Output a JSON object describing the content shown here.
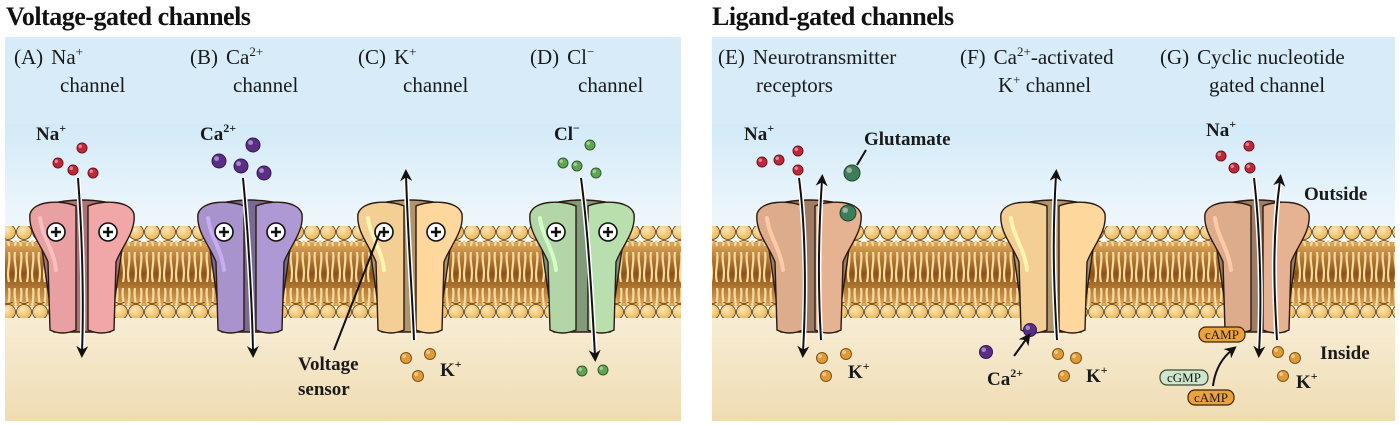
{
  "sections": [
    {
      "title": "Voltage-gated channels",
      "panels": [
        {
          "letter": "(A)",
          "line1": "Na",
          "line1_sup": "+",
          "line2": "channel",
          "color": "#e8a0a2",
          "ion_label": "Na",
          "ion_sup": "+",
          "ion_color": "#c0283a",
          "direction": "inward",
          "bottom_ions": "",
          "bottom_sup": ""
        },
        {
          "letter": "(B)",
          "line1": "Ca",
          "line1_sup": "2+",
          "line2": "channel",
          "color": "#a893cc",
          "ion_label": "Ca",
          "ion_sup": "2+",
          "ion_color": "#5a2e86",
          "direction": "inward",
          "bottom_ions": "",
          "bottom_sup": ""
        },
        {
          "letter": "(C)",
          "line1": "K",
          "line1_sup": "+",
          "line2": "channel",
          "color": "#f3cf96",
          "ion_label": "K",
          "ion_sup": "+",
          "ion_color": "#e19a35",
          "direction": "outward",
          "bottom_ions": "K",
          "bottom_sup": "+"
        },
        {
          "letter": "(D)",
          "line1": "Cl",
          "line1_sup": "−",
          "line2": "channel",
          "color": "#b3d6a8",
          "ion_label": "Cl",
          "ion_sup": "−",
          "ion_color": "#5fa552",
          "direction": "inward",
          "bottom_ions": "",
          "bottom_sup": ""
        }
      ],
      "annotation": {
        "line1": "Voltage",
        "line2": "sensor"
      }
    },
    {
      "title": "Ligand-gated channels",
      "panels": [
        {
          "letter": "(E)",
          "line1": "Neurotransmitter",
          "line1_sup": "",
          "line2": "receptors",
          "color": "#dcac8c",
          "ion_in_label": "Na",
          "ion_in_sup": "+",
          "ion_out_label": "K",
          "ion_out_sup": "+",
          "ligand": "Glutamate"
        },
        {
          "letter": "(F)",
          "line1": "Ca",
          "line1_sup": "2+",
          "line1_tail": "-activated",
          "line2_pre": "K",
          "line2_sup": "+",
          "line2": " channel",
          "color": "#f3cf96",
          "ion_out_label": "K",
          "ion_out_sup": "+",
          "ligand_label": "Ca",
          "ligand_sup": "2+"
        },
        {
          "letter": "(G)",
          "line1": "Cyclic nucleotide",
          "line1_sup": "",
          "line2": "gated channel",
          "color": "#dcac8c",
          "ion_in_label": "Na",
          "ion_in_sup": "+",
          "ion_out_label": "K",
          "ion_out_sup": "+",
          "tags": [
            "cAMP",
            "cGMP",
            "cAMP"
          ]
        }
      ],
      "side_labels": {
        "outside": "Outside",
        "inside": "Inside"
      }
    }
  ],
  "colors": {
    "sky_top": "#d4ebf8",
    "sky_bottom": "#eef6fb",
    "cyto_top": "#f7ecd4",
    "cyto_bottom": "#f1dfb8",
    "lipid_head": "#f1c46e",
    "lipid_core": "#a5651f"
  }
}
